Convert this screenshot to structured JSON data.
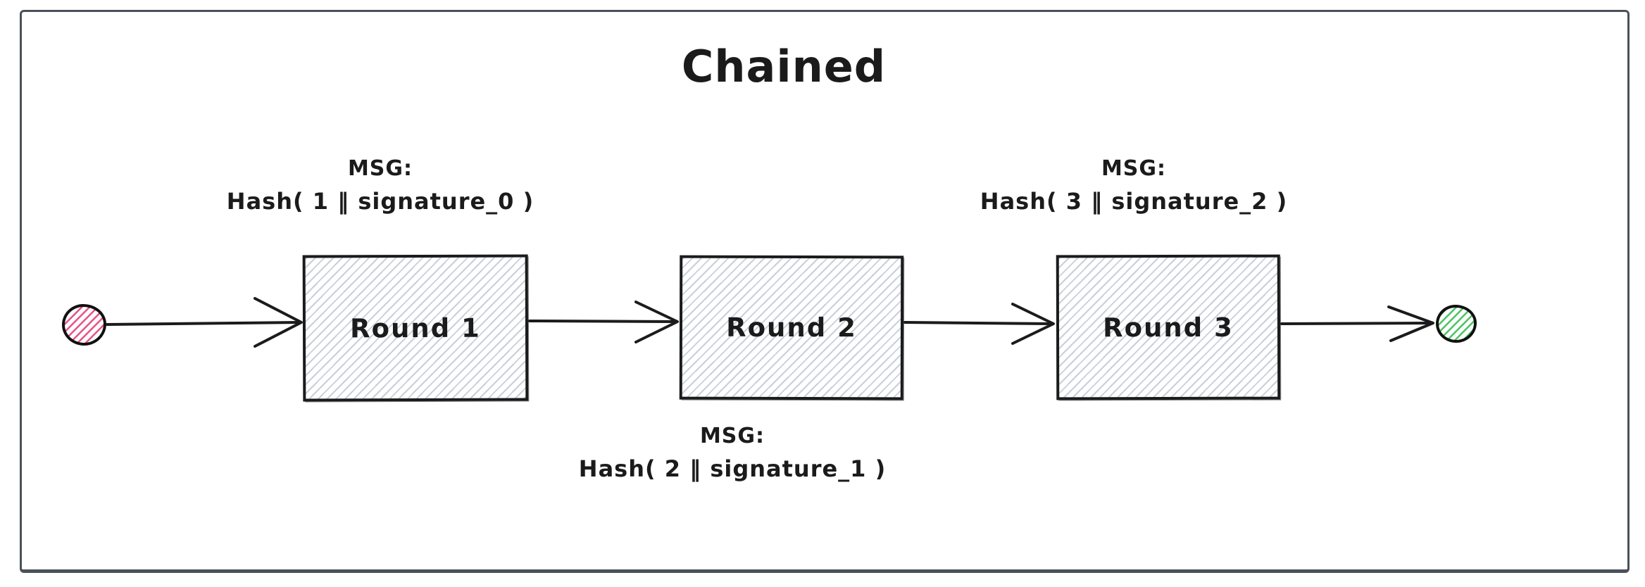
{
  "diagram": {
    "title": "Chained",
    "boxes": [
      {
        "label": "Round 1"
      },
      {
        "label": "Round 2"
      },
      {
        "label": "Round 3"
      }
    ],
    "annotations": [
      {
        "line1": "MSG:",
        "line2": "Hash( 1 ‖ signature_0 )"
      },
      {
        "line1": "MSG:",
        "line2": "Hash( 2 ‖ signature_1 )"
      },
      {
        "line1": "MSG:",
        "line2": "Hash( 3 ‖ signature_2 )"
      }
    ],
    "start_node": {
      "shape": "circle",
      "hatch_color": "#e64980"
    },
    "end_node": {
      "shape": "circle",
      "hatch_color": "#40c057"
    },
    "colors": {
      "ink": "#1b1b1b",
      "box_hatch": "#bec7d6",
      "frame_border": "#4a515a",
      "start_hatch": "#e64980",
      "end_hatch": "#40c057"
    }
  }
}
